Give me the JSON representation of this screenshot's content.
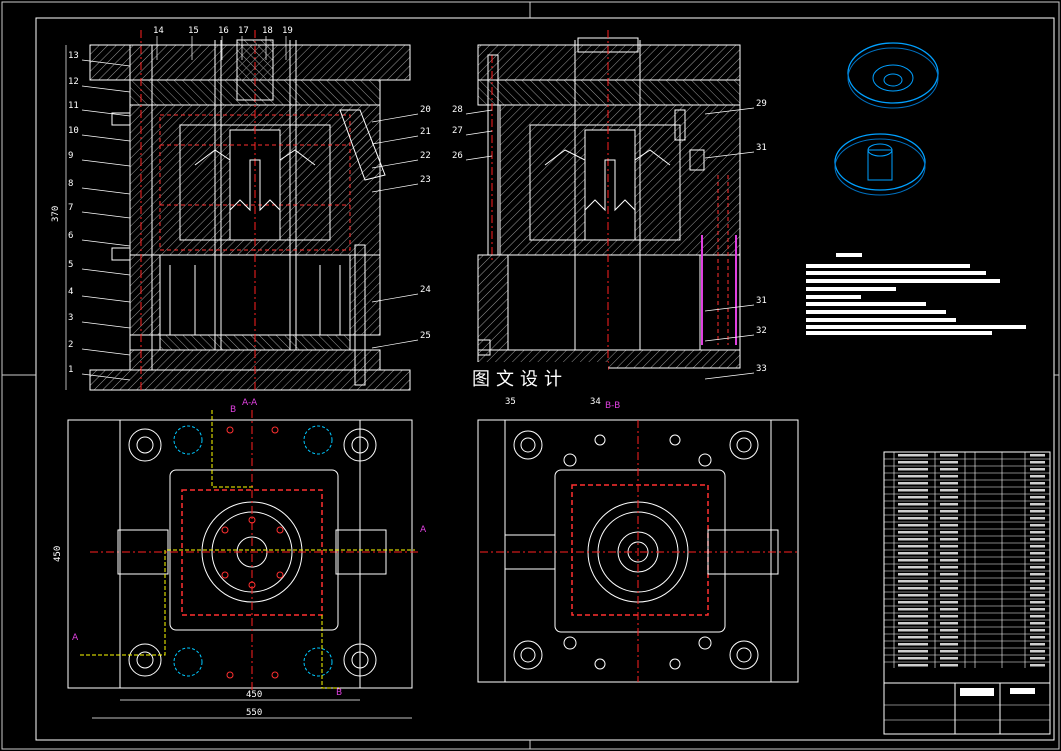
{
  "watermark": "图文设计",
  "section_labels": {
    "aa": "A-A",
    "bb": "B-B"
  },
  "cut_markers": {
    "a": "A",
    "b": "B"
  },
  "left_part_numbers": [
    "13",
    "12",
    "11",
    "10",
    "9",
    "8",
    "7",
    "6",
    "5",
    "4",
    "3",
    "2",
    "1"
  ],
  "top_part_numbers": [
    "14",
    "15",
    "16",
    "17",
    "18",
    "19"
  ],
  "right_part_numbers": [
    "20",
    "21",
    "22",
    "23",
    "24",
    "25"
  ],
  "mid_left_part_numbers": [
    "28",
    "27",
    "26"
  ],
  "mid_right_part_numbers": [
    "29",
    "31",
    "31",
    "32",
    "33"
  ],
  "bottom_mid_numbers": [
    "35",
    "34"
  ],
  "dims": {
    "height": "370",
    "width_inner": "450",
    "width_outer": "550",
    "plan_height": "450"
  },
  "colors": {
    "outline": "#ffffff",
    "centerline": "#ff2020",
    "hidden": "#ff3030",
    "yellow": "#ffff00",
    "cyan": "#00c8ff",
    "magenta": "#e040e0",
    "hatch": "#bbbbbb"
  }
}
